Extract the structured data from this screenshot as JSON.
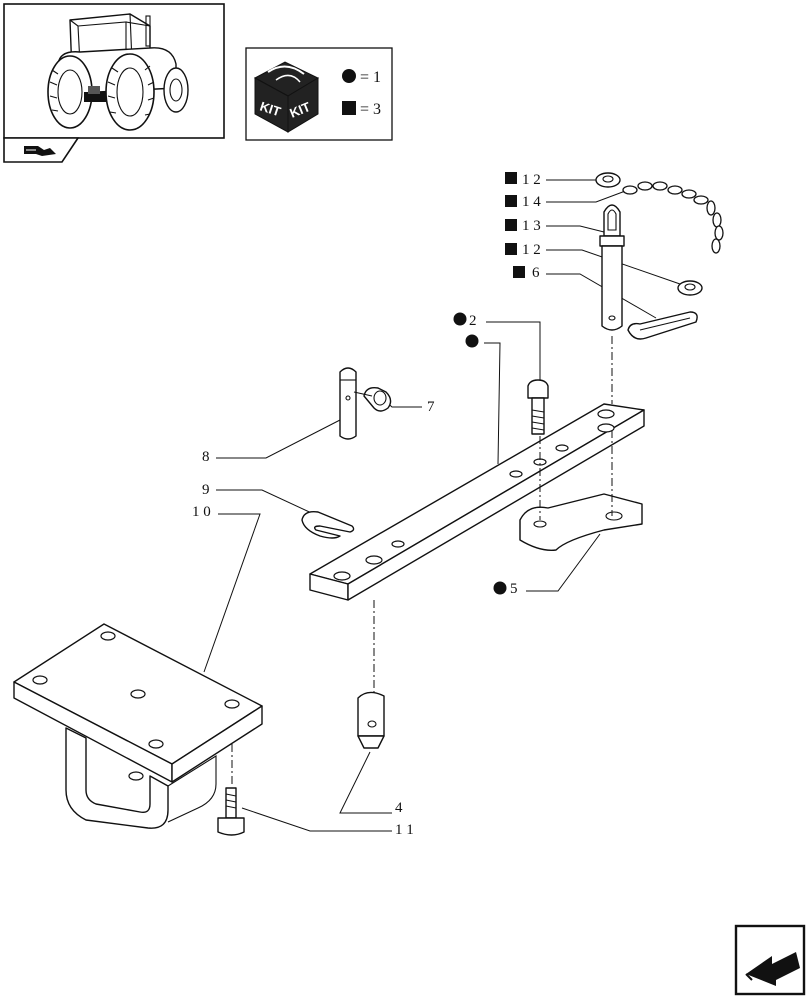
{
  "legend": {
    "kit_word_left": "KIT",
    "kit_word_right": "KIT",
    "circle_symbol": "circle-marker",
    "circle_value": "= 1",
    "square_symbol": "square-marker",
    "square_value": "= 3"
  },
  "callouts": {
    "c12_top": "1 2",
    "c14": "1 4",
    "c13": "1 3",
    "c12_mid": "1 2",
    "c6": "6",
    "c2": "2",
    "c7": "7",
    "c8": "8",
    "c9": "9",
    "c10": "1 0",
    "c5": "5",
    "c4": "4",
    "c11": "1 1"
  },
  "icons": {
    "thumbnail": "tractor-rear-view-thumbnail",
    "tab": "previous-page-arrow-tab",
    "next": "next-page-arrow-icon"
  }
}
